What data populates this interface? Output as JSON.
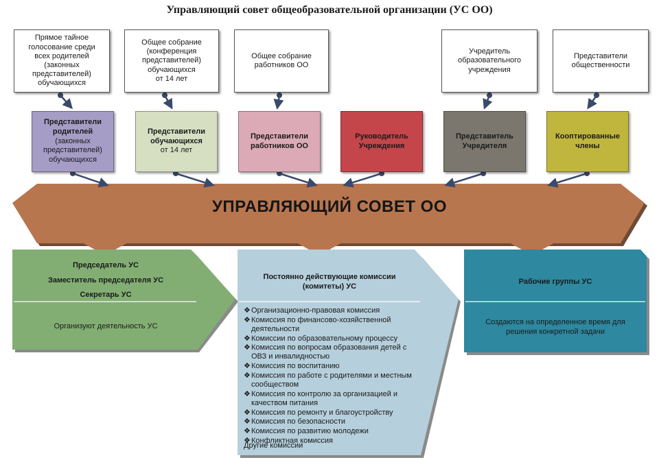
{
  "title": "Управляющий совет общеобразовательной организации (УС ОО)",
  "colors": {
    "band": "#b8764f",
    "band_shadow": "#6f4a35",
    "rep_parents": "#a69dc6",
    "rep_students": "#d7dfc3",
    "rep_staff": "#dcaab7",
    "rep_head": "#c4464b",
    "rep_founder": "#7b776e",
    "rep_coopted": "#c0b63e",
    "panel_left": "#82ae73",
    "panel_center": "#b6cfdc",
    "panel_right": "#2d88a0",
    "connector": "#3a4a6b"
  },
  "sources": [
    {
      "text": "Прямое тайное\nголосование среди\nвсех родителей\n(законных\nпредставителей)\nобучающихся"
    },
    {
      "text": "Общее собрание\n(конференция\nпредставителей)\nобучающихся\nот 14 лет"
    },
    {
      "text": "Общее собрание\nработников ОО"
    },
    {
      "text": "Учредитель\nобразовательного\nучреждения"
    },
    {
      "text": "Представители\nобщественности"
    }
  ],
  "representatives": [
    {
      "bold": "Представители\nродителей",
      "normal": "(законных\nпредставителей)\nобучающихся"
    },
    {
      "bold": "Представители\nобучающихся",
      "normal": "от 14 лет"
    },
    {
      "bold": "Представители\nработников ОО",
      "normal": ""
    },
    {
      "bold": "Руководитель\nУчреждения",
      "normal": ""
    },
    {
      "bold": "Представитель\nУчредителя",
      "normal": ""
    },
    {
      "bold": "Кооптированные\nчлены",
      "normal": ""
    }
  ],
  "council": {
    "label": "УПРАВЛЯЮЩИЙ СОВЕТ ОО"
  },
  "panels": {
    "left": {
      "roles": [
        "Председатель УС",
        "Заместитель председателя УС",
        "Секретарь УС"
      ],
      "description": "Организуют деятельность УС"
    },
    "center": {
      "heading": "Постоянно действующие комиссии\n(комитеты) УС",
      "bullet_glyph": "❖",
      "items": [
        "Организационно-правовая комиссия",
        "Комиссия по финансово-хозяйственной деятельности",
        "Комиссии по образовательному процессу",
        "Комиссия по вопросам образования детей с ОВЗ и инвалидностью",
        "Комиссия по воспитанию",
        "Комиссия по работе с родителями и местным сообществом",
        "Комиссия по контролю за организацией и качеством питания",
        "Комиссия по ремонту и благоустройству",
        "Комиссия по безопасности",
        "Комиссия по развитию молодежи",
        "Конфликтная комиссия"
      ],
      "other": "Другие комиссии"
    },
    "right": {
      "heading": "Рабочие группы УС",
      "description": "Создаются на определенное время для решения конкретной задачи"
    }
  }
}
